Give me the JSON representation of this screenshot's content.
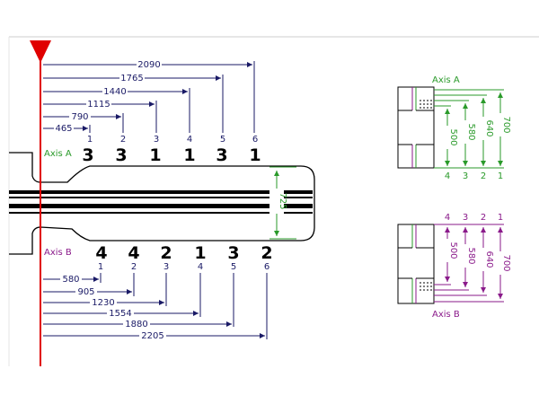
{
  "colors": {
    "top_dim": "#1a1a66",
    "axis_a": "#2a9a2a",
    "axis_b": "#8a1a8a",
    "datum": "#e00000",
    "shape": "#000000"
  },
  "main": {
    "axis_a_label": "Axis A",
    "axis_b_label": "Axis B",
    "diameter_label": "725",
    "top": {
      "dims": [
        "465",
        "790",
        "1115",
        "1440",
        "1765",
        "2090"
      ],
      "indices": [
        "1",
        "2",
        "3",
        "4",
        "5",
        "6"
      ],
      "counts": [
        "3",
        "3",
        "1",
        "1",
        "3",
        "1"
      ]
    },
    "bottom": {
      "dims": [
        "580",
        "905",
        "1230",
        "1554",
        "1880",
        "2205"
      ],
      "indices": [
        "1",
        "2",
        "3",
        "4",
        "5",
        "6"
      ],
      "counts": [
        "4",
        "4",
        "2",
        "1",
        "3",
        "2"
      ]
    }
  },
  "detail_a": {
    "title": "Axis A",
    "dims": [
      "500",
      "580",
      "640",
      "700"
    ],
    "indices": [
      "4",
      "3",
      "2",
      "1"
    ]
  },
  "detail_b": {
    "title": "Axis B",
    "dims": [
      "500",
      "580",
      "640",
      "700"
    ],
    "indices": [
      "4",
      "3",
      "2",
      "1"
    ]
  }
}
